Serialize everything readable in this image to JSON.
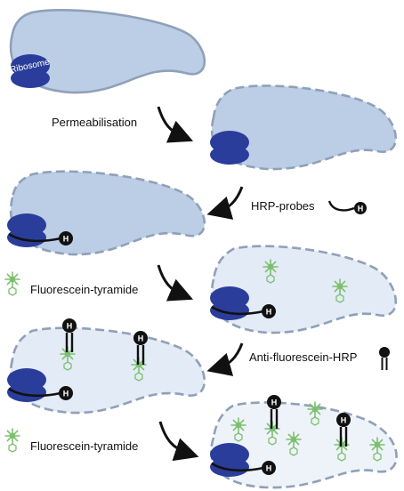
{
  "labels": {
    "ribosome": "Ribosome",
    "permeabilisation": "Permeabilisation",
    "hrp_probes": "HRP-probes",
    "fluorescein_tyramide_1": "Fluorescein-tyramide",
    "anti_fluorescein_hrp": "Anti-fluorescein-HRP",
    "fluorescein_tyramide_2": "Fluorescein-tyramide",
    "hrp_mark": "H"
  },
  "colors": {
    "cell_intact_fill": "#bccde6",
    "cell_light_fill": "#e3ebf6",
    "cell_lightest_fill": "#eef3fa",
    "cell_stroke": "#8fa0b8",
    "ribosome": "#2a3d9a",
    "fluorescein": "#7cc06f",
    "probe": "#111111"
  },
  "stages": [
    {
      "name": "intact-cell",
      "membrane": "solid"
    },
    {
      "name": "permeabilised-cell",
      "membrane": "dashed"
    },
    {
      "name": "probe-bound-cell",
      "membrane": "dashed"
    },
    {
      "name": "tyramide-deposited-cell",
      "membrane": "dashed"
    },
    {
      "name": "antibody-bound-cell",
      "membrane": "dashed"
    },
    {
      "name": "amplified-cell",
      "membrane": "dashed"
    }
  ]
}
